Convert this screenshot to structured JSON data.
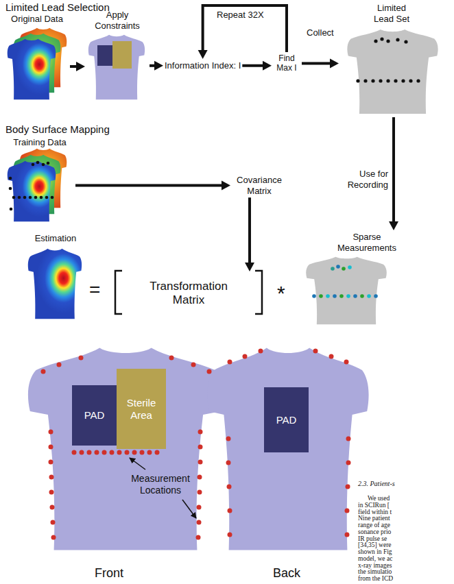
{
  "diagram": {
    "nodes": [
      {
        "text": [
          "Original Data"
        ]
      },
      {
        "text": [
          "Apply Constraints"
        ]
      },
      {
        "text": [
          "Information Index: I"
        ]
      },
      {
        "text": [
          "Find Max I"
        ]
      },
      {
        "text": [
          "Limited Lead Set"
        ]
      },
      {
        "text": [
          "Training Data"
        ]
      },
      {
        "text": [
          "Covariance Matrix"
        ]
      },
      {
        "text": [
          "Estimation"
        ]
      },
      {
        "text": [
          "Transformation Matrix"
        ]
      },
      {
        "text": [
          "Sparse Measurements"
        ]
      },
      {
        "text": [
          "PAD"
        ]
      },
      {
        "text": [
          "Sterile Area"
        ]
      },
      {
        "text": [
          "PAD"
        ]
      }
    ],
    "edges": [
      {
        "from": 0,
        "to": 1,
        "arrow": "to"
      },
      {
        "from": 1,
        "to": 2,
        "arrow": "to"
      },
      {
        "from": 2,
        "to": 3,
        "arrow": "to"
      },
      {
        "from": 3,
        "to": 2,
        "label": "Repeat 32X",
        "arrow": "to"
      },
      {
        "from": 3,
        "to": 4,
        "label": "Collect",
        "arrow": "to"
      },
      {
        "from": 4,
        "to": 9,
        "label": "Use for Recording",
        "arrow": "to"
      },
      {
        "from": 5,
        "to": 6,
        "arrow": "to"
      },
      {
        "from": 6,
        "to": 8,
        "arrow": "to"
      }
    ],
    "labels": [
      "Limited Lead Selection",
      "Body Surface Mapping",
      "=",
      "*",
      "Measurement Locations",
      "Front",
      "Back",
      "2.3. Patient-s",
      "We used",
      "in SCIRun [",
      "field within t",
      "Nine patient",
      "range of age",
      "sonance prio",
      "IR pulse se",
      "[34,35] were",
      "shown in Fig",
      "model, we ac",
      "x-ray images",
      "the simulatio",
      "from the ICD"
    ]
  }
}
